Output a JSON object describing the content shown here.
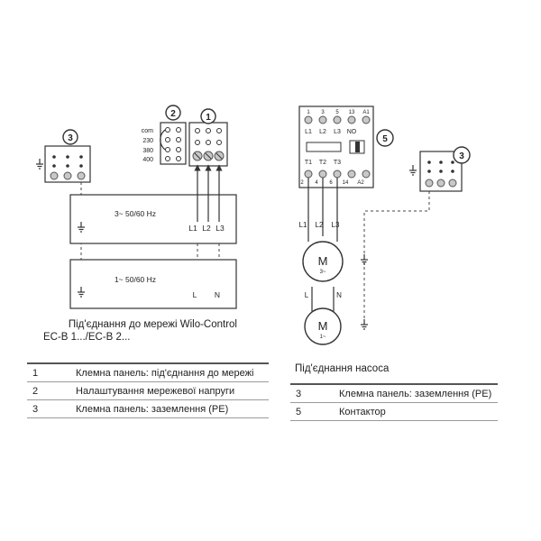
{
  "left_diagram": {
    "voltage_labels": [
      "com",
      "230",
      "380",
      "400"
    ],
    "callout_1": "1",
    "callout_2": "2",
    "callout_3": "3",
    "box_3phase": "3~ 50/60 Hz",
    "box_1phase": "1~ 50/60 Hz",
    "line_labels_3phase": [
      "L1",
      "L2",
      "L3"
    ],
    "line_labels_1phase": [
      "L",
      "N"
    ]
  },
  "right_diagram": {
    "top_terminals": [
      "1",
      "3",
      "5",
      "13",
      "A1"
    ],
    "top_labels": [
      "L1",
      "L2",
      "L3",
      "NO"
    ],
    "bottom_labels": [
      "T1",
      "T2",
      "T3"
    ],
    "bottom_terminals": [
      "2",
      "4",
      "6",
      "14",
      "A2"
    ],
    "callout_5": "5",
    "callout_3": "3",
    "motor_lines": [
      "L1",
      "L2",
      "L3"
    ],
    "motor_3": {
      "letter": "M",
      "sub": "3~"
    },
    "single_lines": [
      "L",
      "N"
    ],
    "motor_1": {
      "letter": "M",
      "sub": "1~"
    }
  },
  "captions": {
    "left": [
      "Під'єднання до мережі Wilo-Control",
      "EC-B 1.../EC-B 2..."
    ],
    "right": "Під'єднання насоса"
  },
  "legend_left": [
    {
      "num": "1",
      "text": "Клемна панель: під'єднання до мережі"
    },
    {
      "num": "2",
      "text": "Налаштування мережевої напруги"
    },
    {
      "num": "3",
      "text": "Клемна панель: заземлення (PE)"
    }
  ],
  "legend_right": [
    {
      "num": "3",
      "text": "Клемна панель: заземлення (PE)"
    },
    {
      "num": "5",
      "text": "Контактор"
    }
  ]
}
